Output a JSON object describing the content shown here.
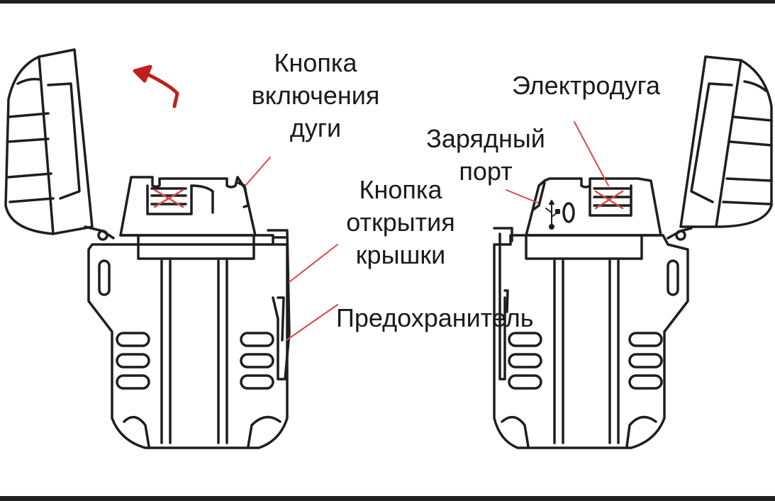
{
  "labels": {
    "arc_button": [
      "Кнопка",
      "включения",
      "дуги"
    ],
    "lid_button": [
      "Кнопка",
      "открытия",
      "крышки"
    ],
    "safety": "Предохранитель",
    "electric_arc": "Электродуга",
    "charging_port": [
      "Зарядный",
      "порт"
    ]
  },
  "colors": {
    "outline": "#1e1e1e",
    "pointer": "#d84a4a",
    "arrow": "#c0201e",
    "text": "#1a1a1a"
  },
  "icons": {
    "open_arrow": "red-curved-arrow-icon",
    "usb": "usb-icon"
  }
}
